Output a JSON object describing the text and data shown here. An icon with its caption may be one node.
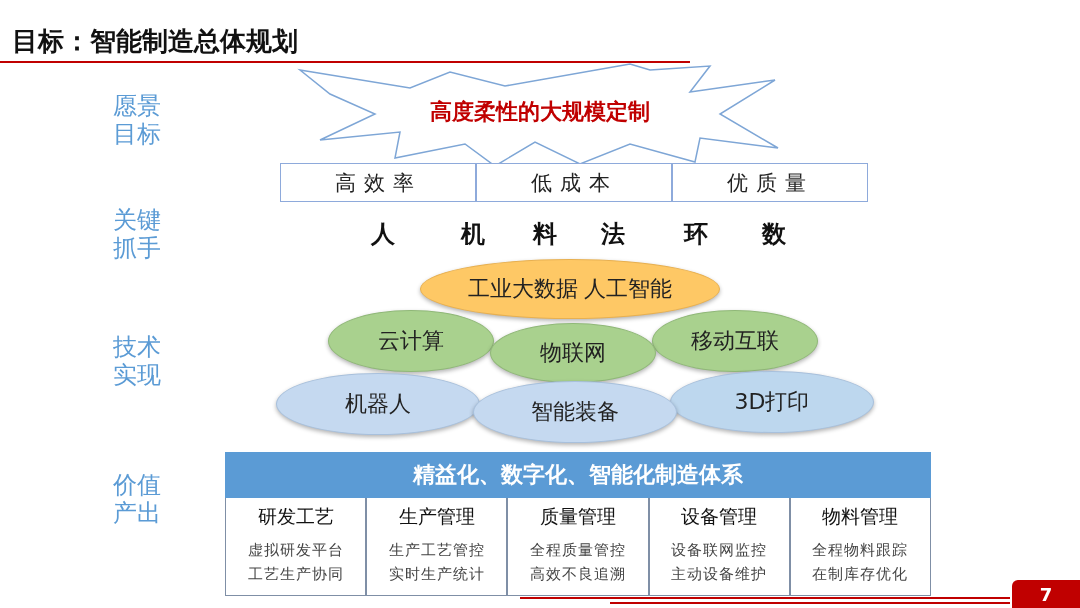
{
  "diagram": {
    "title": "目标：智能制造总体规划",
    "nodes": [
      {
        "text": [
          "高度柔性的大规模定制"
        ]
      },
      {
        "text": [
          "高效率"
        ]
      },
      {
        "text": [
          "低成本"
        ]
      },
      {
        "text": [
          "优质量"
        ]
      },
      {
        "text": [
          "工业大数据 人工智能"
        ]
      },
      {
        "text": [
          "云计算"
        ]
      },
      {
        "text": [
          "物联网"
        ]
      },
      {
        "text": [
          "移动互联"
        ]
      },
      {
        "text": [
          "机器人"
        ]
      },
      {
        "text": [
          "智能装备"
        ]
      },
      {
        "text": [
          "3D打印"
        ]
      },
      {
        "text": [
          "精益化、数字化、智能化制造体系"
        ]
      },
      {
        "text": [
          "研发工艺",
          "虚拟研发平台",
          "工艺生产协同"
        ]
      },
      {
        "text": [
          "生产管理",
          "生产工艺管控",
          "实时生产统计"
        ]
      },
      {
        "text": [
          "质量管理",
          "全程质量管控",
          "高效不良追溯"
        ]
      },
      {
        "text": [
          "设备管理",
          "设备联网监控",
          "主动设备维护"
        ]
      },
      {
        "text": [
          "物料管理",
          "全程物料跟踪",
          "在制库存优化"
        ]
      }
    ],
    "labels": [
      "愿景目标",
      "关键抓手",
      "人",
      "机",
      "料",
      "法",
      "环",
      "数",
      "技术实现",
      "价值产出",
      "7"
    ]
  }
}
